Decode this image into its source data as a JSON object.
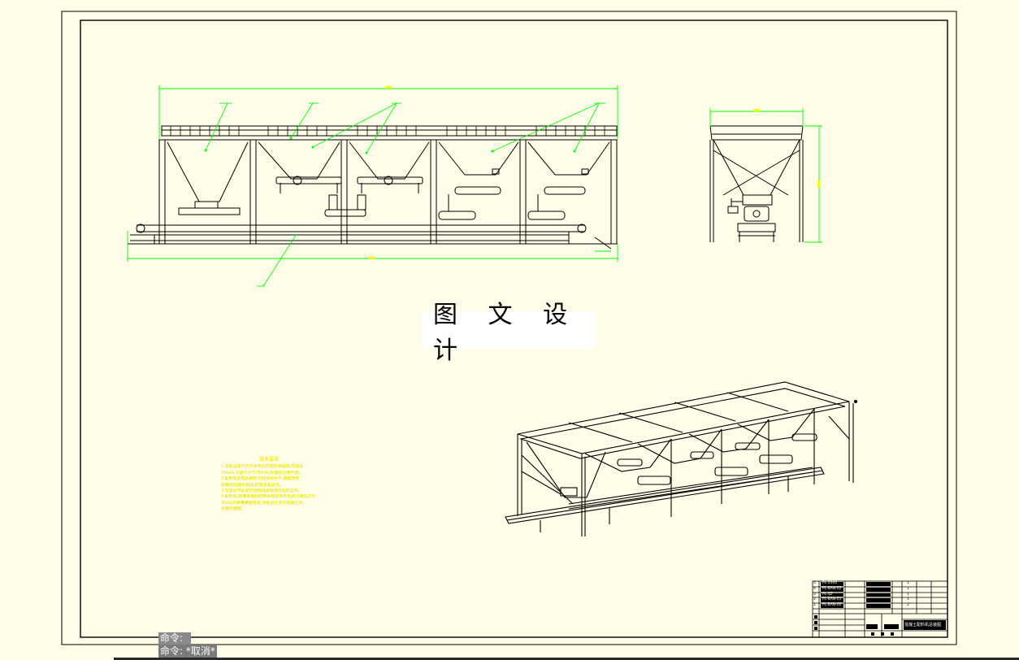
{
  "stamp_text": "图 文 设 计",
  "command_line": {
    "line1": "命令:",
    "line2": "命令: *取消*"
  },
  "tech_notes": {
    "title": "技术要求",
    "lines": [
      "1.本机设备不允许有明显的变形和损伤,焊接处",
      "10mm,长度不少于20mm,焊缝应光滑平整。",
      "2.配料机安装后各料仓应保持水平,调整皮带,",
      "各螺栓连接处紧固,皮带张紧适当。",
      "3.安装完毕后需空运转检验各部件运转正常。",
      "4.配料机,称量系统和控制系统各部件检验合格后方可",
      "30s以内称量精度要求,误差应在允许范围之内,",
      "否则应调整。"
    ]
  },
  "title_block": {
    "rows": [
      {
        "no": "5",
        "code": "PL-2000"
      },
      {
        "no": "4",
        "code": "PL-BAN-02"
      },
      {
        "no": "3",
        "code": "PL-SZ"
      },
      {
        "no": "2",
        "code": "PL-BAN-01"
      },
      {
        "no": "1",
        "code": "PL-BAN-00"
      }
    ],
    "qty": [
      "1",
      "1",
      "1",
      "1",
      "2"
    ],
    "drawing_title": "混凝土配料机总装图"
  },
  "colors": {
    "background": "#fffce8",
    "lines": "#000000",
    "dimensions": "#00ff00",
    "notes": "#ffff00"
  }
}
